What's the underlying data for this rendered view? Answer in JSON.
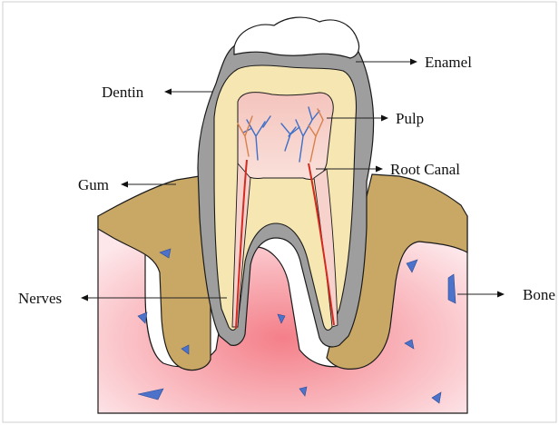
{
  "labels": {
    "enamel": "Enamel",
    "dentin": "Dentin",
    "pulp": "Pulp",
    "root_canal": "Root Canal",
    "gum": "Gum",
    "nerves": "Nerves",
    "bone": "Bone"
  },
  "colors": {
    "enamel_cap": "#ffffff",
    "enamel_shell": "#9e9e9e",
    "dentin": "#f6e6b2",
    "pulp": "#f7d2cc",
    "gum": "#c9a866",
    "bone_center": "#f58c94",
    "bone_edge": "#fde6e8",
    "nerve": "#d42a1f",
    "vessel_blue": "#3f6fc7",
    "vessel_orange": "#d9804a",
    "bone_fragment": "#4c72c9"
  }
}
